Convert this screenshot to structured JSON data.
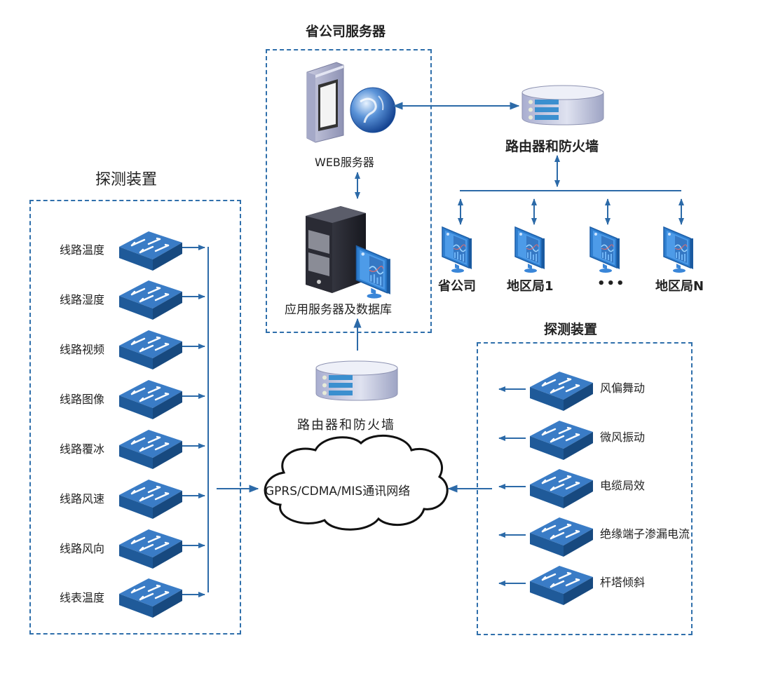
{
  "province_server": {
    "title": "省公司服务器",
    "web_server_label": "WEB服务器",
    "app_server_label": "应用服务器及数据库"
  },
  "top_router": {
    "label": "路由器和防火墙"
  },
  "terminals": [
    {
      "label": "省公司",
      "icon": "monitor-icon"
    },
    {
      "label": "地区局1",
      "icon": "monitor-icon"
    },
    {
      "label": "•••",
      "icon": "monitor-icon"
    },
    {
      "label": "地区局N",
      "icon": "monitor-icon"
    }
  ],
  "left_devices": {
    "title": "探测装置",
    "items": [
      {
        "label": "线路温度",
        "icon": "switch-icon"
      },
      {
        "label": "线路湿度",
        "icon": "switch-icon"
      },
      {
        "label": "线路视频",
        "icon": "switch-icon"
      },
      {
        "label": "线路图像",
        "icon": "switch-icon"
      },
      {
        "label": "线路覆冰",
        "icon": "switch-icon"
      },
      {
        "label": "线路风速",
        "icon": "switch-icon"
      },
      {
        "label": "线路风向",
        "icon": "switch-icon"
      },
      {
        "label": "线表温度",
        "icon": "switch-icon"
      }
    ]
  },
  "right_devices": {
    "title": "探测装置",
    "items": [
      {
        "label": "风偏舞动",
        "icon": "switch-icon"
      },
      {
        "label": "微风振动",
        "icon": "switch-icon"
      },
      {
        "label": "电缆局效",
        "icon": "switch-icon"
      },
      {
        "label": "绝缘端子渗漏电流",
        "icon": "switch-icon"
      },
      {
        "label": "杆塔倾斜",
        "icon": "switch-icon"
      }
    ]
  },
  "middle_router": {
    "label": "路由器和防火墙"
  },
  "network_cloud": {
    "label": "GPRS/CDMA/MIS通讯网络"
  },
  "colors": {
    "line_blue": "#2c6aa8",
    "dash_blue": "#2f6fab",
    "switch_blue": "#2a6db5",
    "monitor_blue": "#3b8fe0"
  }
}
